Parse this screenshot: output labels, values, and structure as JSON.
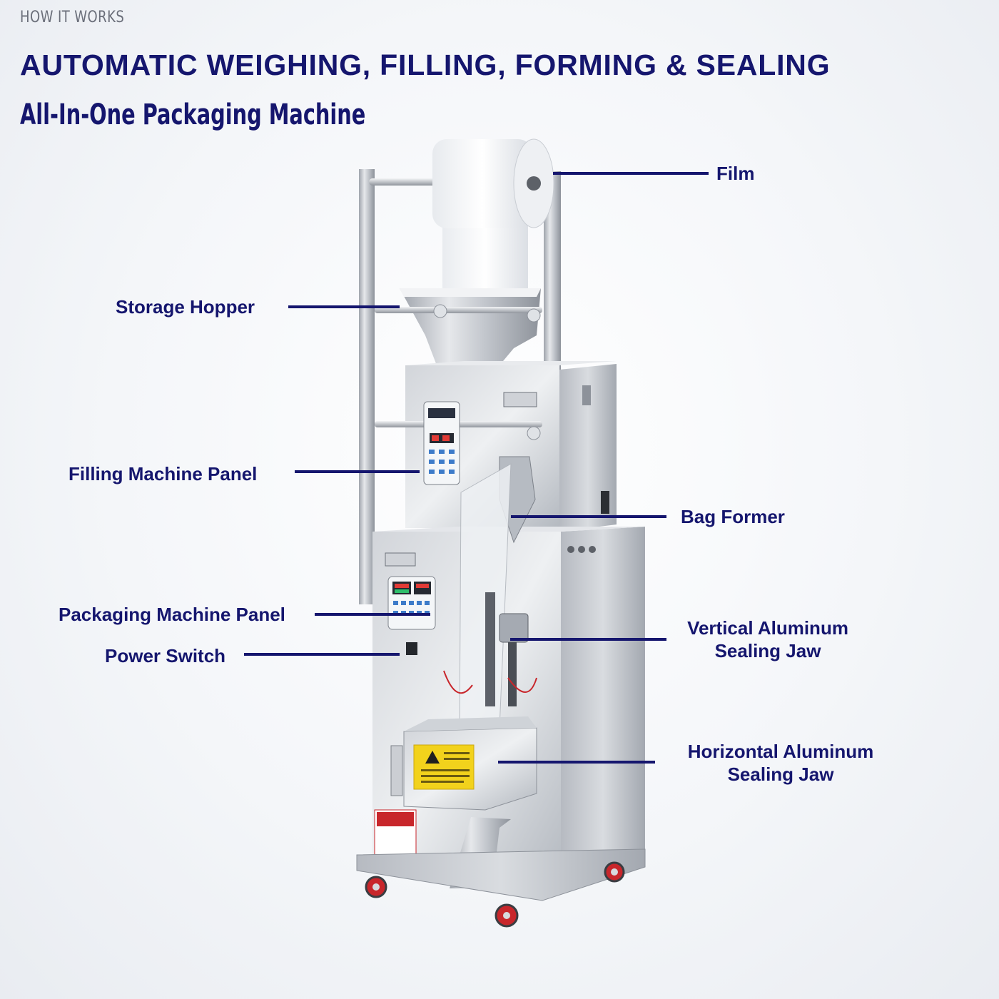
{
  "header": {
    "kicker": "HOW IT WORKS",
    "title": "AUTOMATIC WEIGHING, FILLING, FORMING & SEALING",
    "subtitle": "All-In-One Packaging Machine"
  },
  "callouts": {
    "film": "Film",
    "storage_hopper": "Storage Hopper",
    "filling_panel": "Filling Machine Panel",
    "bag_former": "Bag Former",
    "packaging_panel": "Packaging Machine Panel",
    "power_switch": "Power Switch",
    "vertical_jaw_line1": "Vertical Aluminum",
    "vertical_jaw_line2": "Sealing Jaw",
    "horizontal_jaw_line1": "Horizontal Aluminum",
    "horizontal_jaw_line2": "Sealing Jaw"
  },
  "colors": {
    "accent": "#15166e",
    "steel": "#c9ccd1",
    "warning": "#f2d21c",
    "wheel": "#c8262b"
  }
}
